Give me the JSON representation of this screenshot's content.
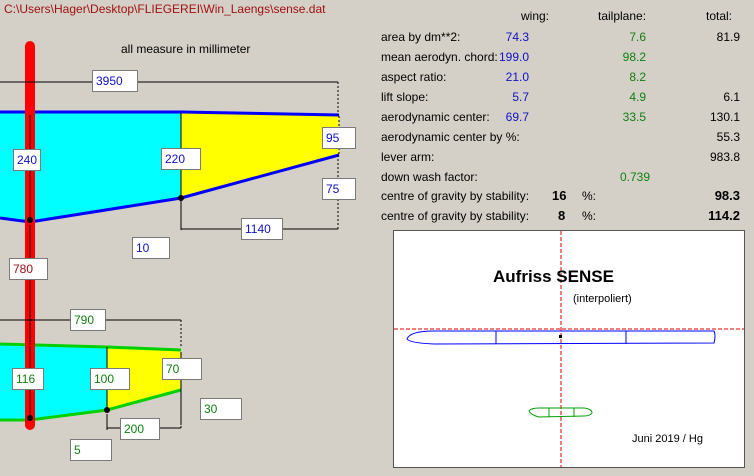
{
  "file_path": "C:\\Users\\Hager\\Desktop\\FLIEGEREI\\Win_Laengs\\sense.dat",
  "measure_note": "all measure in millimeter",
  "wing_inputs": {
    "half_span": "3950",
    "root_chord": "240",
    "mid_chord": "220",
    "tip_chord": "95",
    "tip_offset": "75",
    "root_offset": "10",
    "inner_span": "1140",
    "fuselage_length": "780"
  },
  "tail_inputs": {
    "half_span": "790",
    "root_chord": "116",
    "mid_chord": "100",
    "tip_chord": "70",
    "tip_offset": "30",
    "inner_span": "200",
    "root_offset": "5"
  },
  "columns": {
    "wing": "wing:",
    "tailplane": "tailplane:",
    "total": "total:"
  },
  "stats": [
    {
      "label": "area by dm**2:",
      "wing": "74.3",
      "tail": "7.6",
      "total": "81.9"
    },
    {
      "label": "mean aerodyn. chord:",
      "wing": "199.0",
      "tail": "98.2",
      "total": ""
    },
    {
      "label": "aspect ratio:",
      "wing": "21.0",
      "tail": "8.2",
      "total": ""
    },
    {
      "label": "lift slope:",
      "wing": "5.7",
      "tail": "4.9",
      "total": "6.1"
    },
    {
      "label": "aerodynamic center:",
      "wing": "69.7",
      "tail": "33.5",
      "total": "130.1"
    },
    {
      "label": "aerodynamic center by %:",
      "wing": "",
      "tail": "",
      "total": "55.3"
    },
    {
      "label": "lever arm:",
      "wing": "",
      "tail": "",
      "total": "983.8"
    },
    {
      "label": "down wash factor:",
      "wing": "",
      "tail": "0.739",
      "total": ""
    }
  ],
  "cg_rows": [
    {
      "label": "centre of gravity by stability:",
      "stability": "16",
      "unit": "%:",
      "total": "98.3"
    },
    {
      "label": "centre of gravity by stability:",
      "stability": "8",
      "unit": "%:",
      "total": "114.2"
    }
  ],
  "preview": {
    "title": "Aufriss SENSE",
    "subtitle": "(interpoliert)",
    "footer": "Juni 2019 / Hg"
  },
  "colors": {
    "wing_fill": "#00ffff",
    "tip_fill": "#ffff00",
    "wing_outline": "#0000ff",
    "tail_outline": "#00d000",
    "fuselage": "#ff0000"
  }
}
